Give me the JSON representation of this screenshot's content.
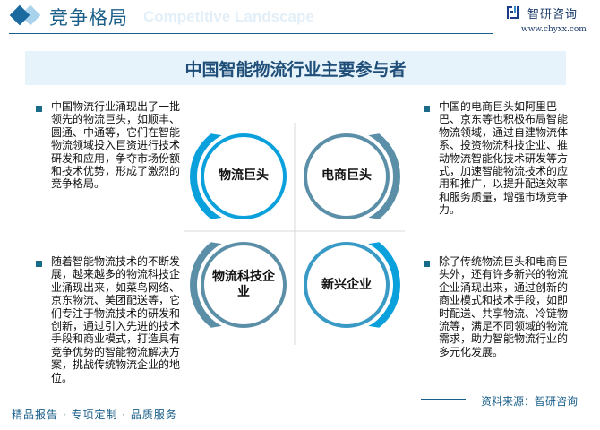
{
  "header": {
    "title": "竞争格局",
    "subtitle": "Competitive Landscape",
    "logo_name": "智研咨询",
    "logo_url": "www.chyxx.com"
  },
  "main": {
    "title": "中国智能物流行业主要参与者",
    "categories": [
      {
        "label": "物流巨头",
        "ring_color": "#0aa0dc",
        "arc_color": "#0aa0dc",
        "text": "中国物流行业涌现出了一批领先的物流巨头，如顺丰、圆通、中通等，它们在智能物流领域投入巨资进行技术研发和应用，争夺市场份额和技术优势，形成了激烈的竞争格局。"
      },
      {
        "label": "电商巨头",
        "ring_color": "#5b8fa8",
        "arc_color": "#5b8fa8",
        "text": "中国的电商巨头如阿里巴巴、京东等也积极布局智能物流领域，通过自建物流体系、投资物流科技企业、推动物流智能化技术研发等方式，加速智能物流技术的应用和推广，以提升配送效率和服务质量，增强市场竞争力。"
      },
      {
        "label": "物流科技企业",
        "ring_color": "#5b8fa8",
        "arc_color": "#5b8fa8",
        "text": "随着智能物流技术的不断发展，越来越多的物流科技企业涌现出来，如菜鸟网络、京东物流、美团配送等，它们专注于物流技术的研发和创新，通过引入先进的技术手段和商业模式，打造具有竞争优势的智能物流解决方案，挑战传统物流企业的地位。"
      },
      {
        "label": "新兴企业",
        "ring_color": "#3a9ac6",
        "arc_color": "#0aa0dc",
        "text": "除了传统物流巨头和电商巨头外，还有许多新兴的物流企业涌现出来，通过创新的商业模式和技术手段，如即时配送、共享物流、冷链物流等，满足不同领域的物流需求，助力智能物流行业的多元化发展。"
      }
    ]
  },
  "footer": {
    "text": "精品报告 · 专项定制 · 品质服务",
    "source": "资料来源：智研咨询"
  }
}
